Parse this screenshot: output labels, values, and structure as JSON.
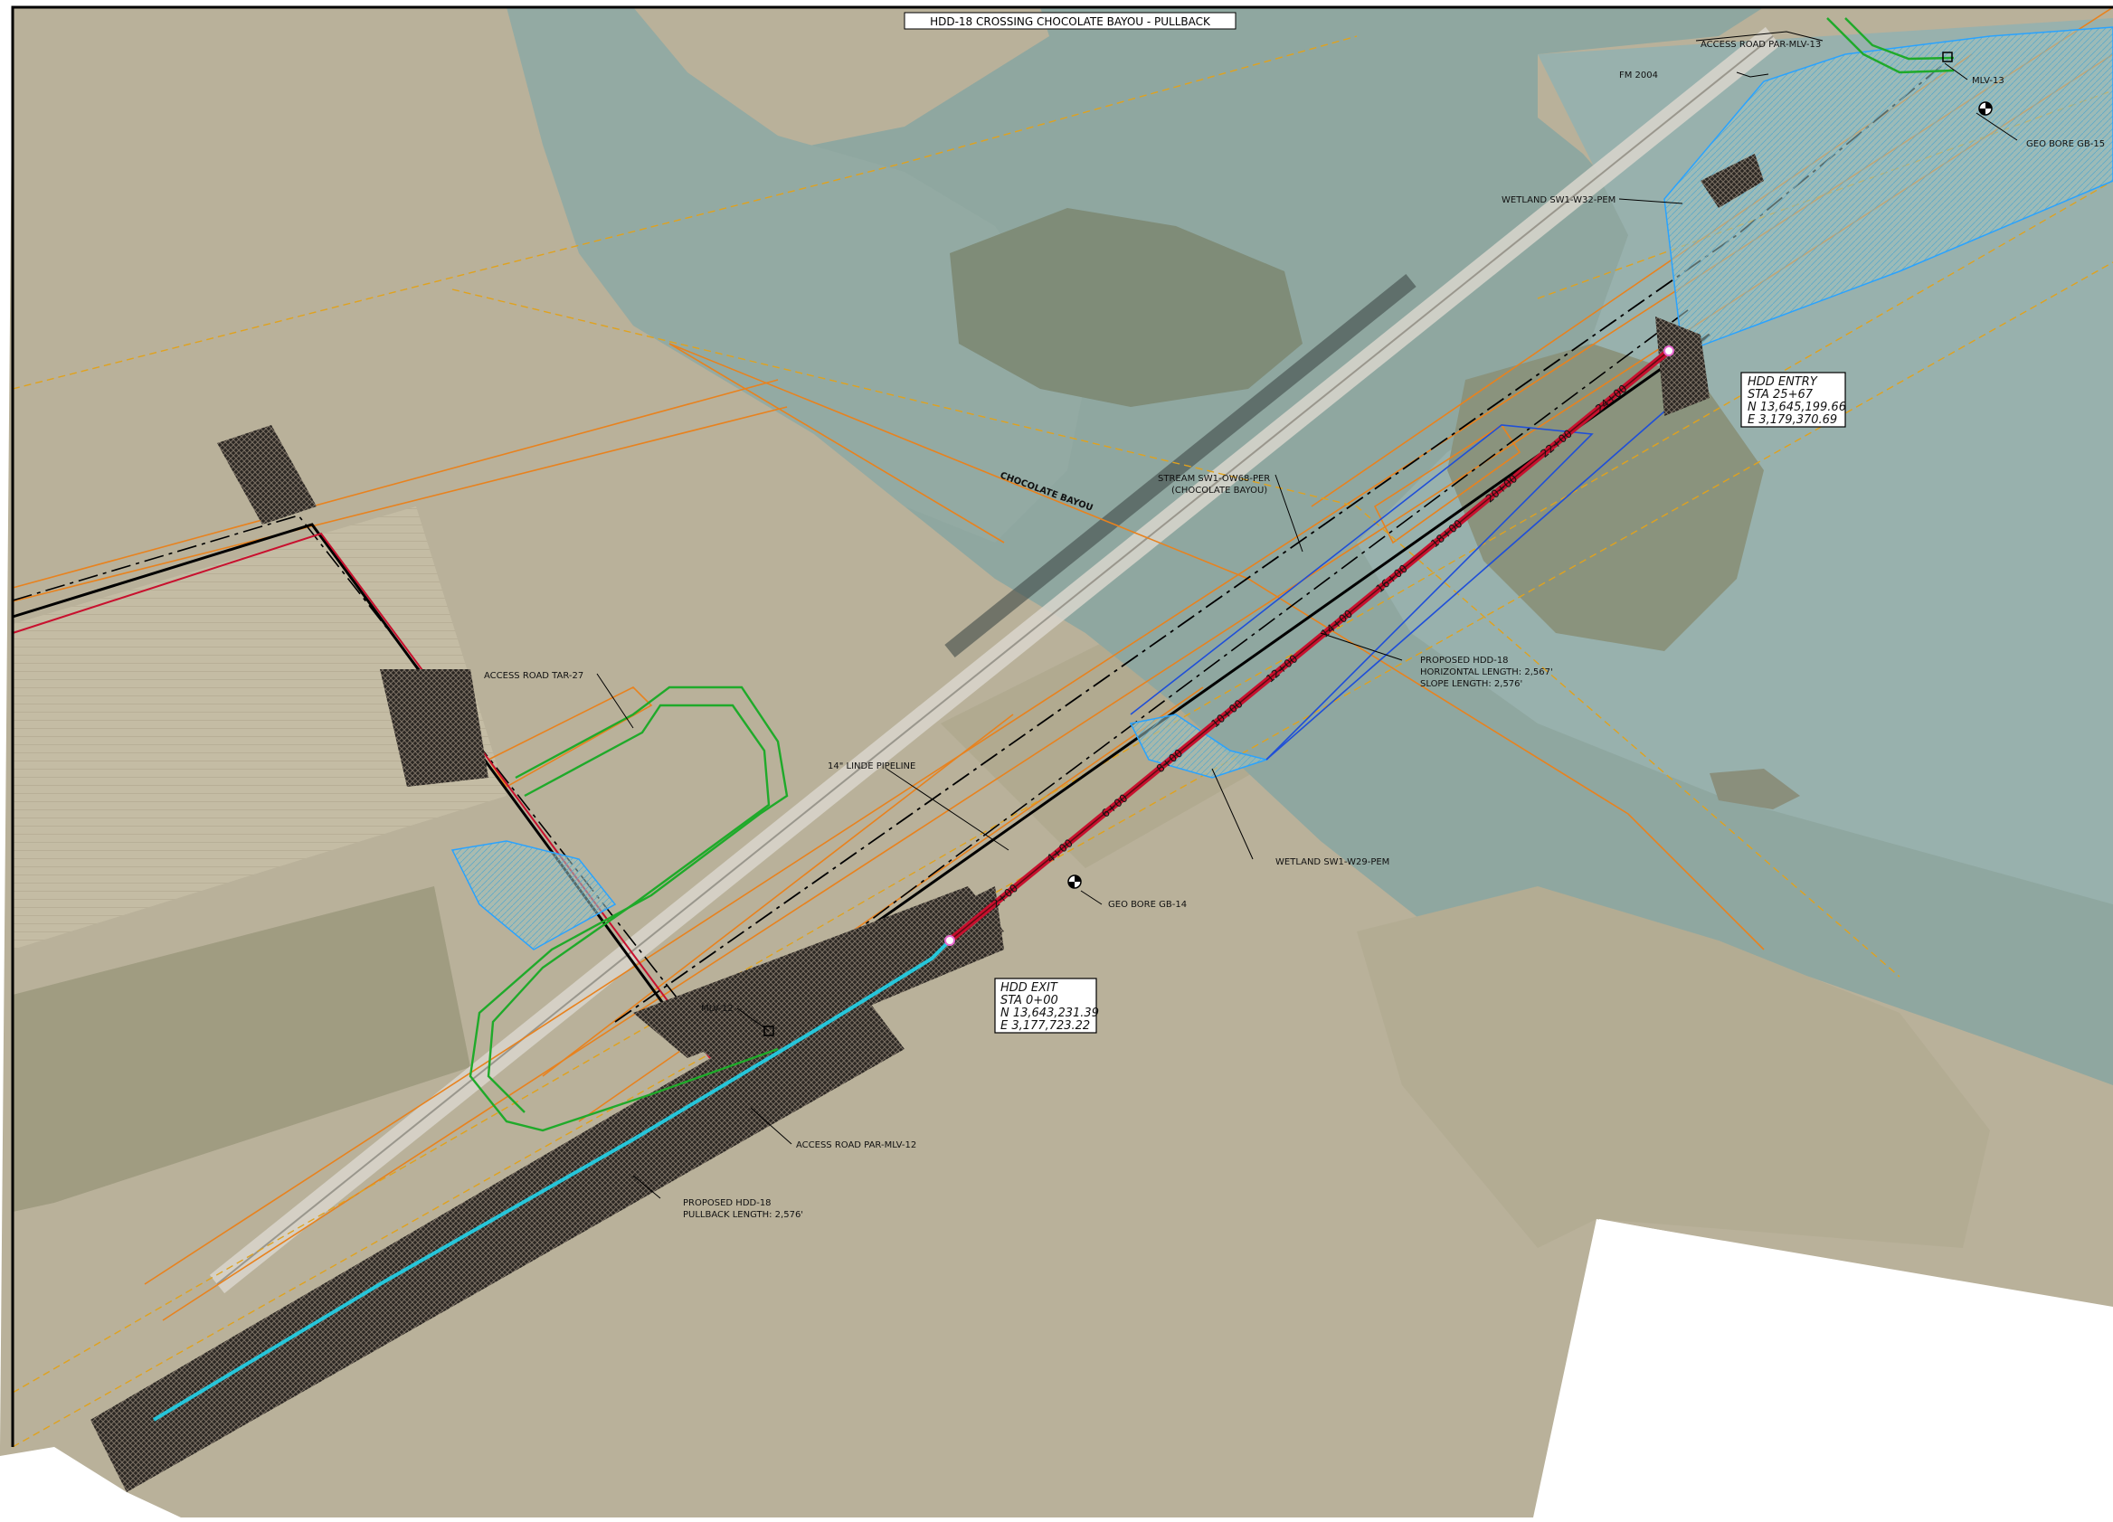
{
  "title": "HDD-18 CROSSING CHOCOLATE BAYOU - PULLBACK",
  "labels": {
    "access_road_par_mlv_13": "ACCESS ROAD PAR-MLV-13",
    "mlv_13": "MLV-13",
    "fm_2004": "FM 2004",
    "geo_bore_gb_15": "GEO BORE GB-15",
    "wetland_w32": "WETLAND SW1-W32-PEM",
    "chocolate_bayou": "CHOCOLATE BAYOU",
    "stream_line1": "STREAM SW1-OW68-PER",
    "stream_line2": "(CHOCOLATE BAYOU)",
    "access_road_tar_27": "ACCESS ROAD TAR-27",
    "linde_pipeline": "14\" LINDE PIPELINE",
    "proposed_hdd_line1": "PROPOSED HDD-18",
    "proposed_hdd_line2": "HORIZONTAL LENGTH: 2,567'",
    "proposed_hdd_line3": "SLOPE LENGTH: 2,576'",
    "wetland_w29": "WETLAND SW1-W29-PEM",
    "geo_bore_gb_14": "GEO BORE GB-14",
    "mlv_12": "MLV-12",
    "access_road_par_mlv_12": "ACCESS ROAD PAR-MLV-12",
    "pullback_line1": "PROPOSED HDD-18",
    "pullback_line2": "PULLBACK LENGTH: 2,576'"
  },
  "hdd_entry": {
    "title": "HDD ENTRY",
    "sta": "STA 25+67",
    "n": "N 13,645,199.66",
    "e": "E 3,179,370.69"
  },
  "hdd_exit": {
    "title": "HDD EXIT",
    "sta": "STA 0+00",
    "n": "N 13,643,231.39",
    "e": "E 3,177,723.22"
  },
  "stations": [
    "2+00",
    "4+00",
    "6+00",
    "8+00",
    "10+00",
    "12+00",
    "14+00",
    "16+00",
    "18+00",
    "20+00",
    "22+00",
    "24+00"
  ],
  "colors": {
    "alignment": "#c8102e",
    "pullback": "#26c6da",
    "workspace": "#e8821e",
    "access_road": "#1faa2a",
    "wetland": "#29a3ff",
    "stream": "#1f4fd8",
    "water": "#8fa7a0",
    "land": "#b9b19a"
  }
}
